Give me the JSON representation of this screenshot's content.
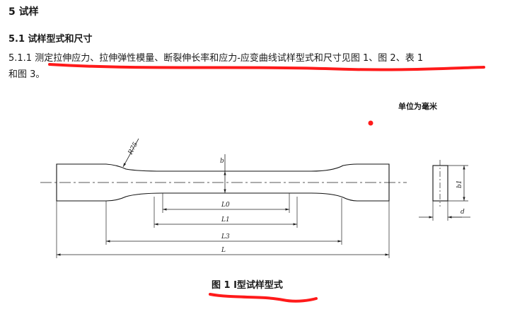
{
  "section": {
    "title": "5  试样"
  },
  "subsection": {
    "title": "5.1  试样型式和尺寸"
  },
  "paragraph": {
    "line1": "5.1.1  测定拉伸应力、拉伸弹性模量、断裂伸长率和应力-应变曲线试样型式和尺寸见图 1、图 2、表 1",
    "line2": "和图 3。"
  },
  "figure": {
    "unit_note": "单位为毫米",
    "caption": "图 1   Ⅰ型试样型式",
    "labels": {
      "radius": "R75",
      "b": "b",
      "L0": "L0",
      "L1": "L1",
      "L3": "L3",
      "L": "L",
      "b1": "b1",
      "d": "d"
    }
  },
  "markup": {
    "underline_color": "#ff1a1a",
    "dot_color": "#ff1a1a"
  }
}
